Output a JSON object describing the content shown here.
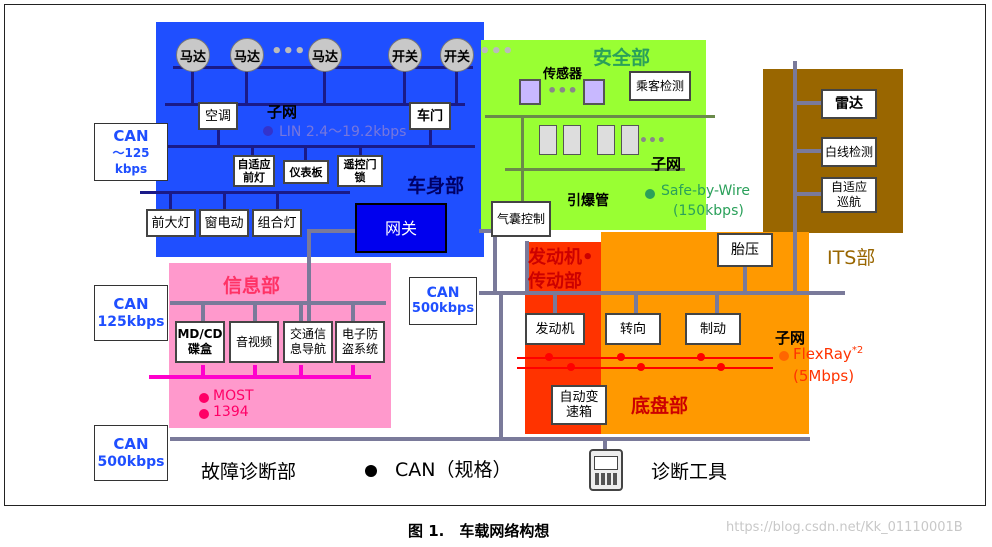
{
  "colors": {
    "body_blue": "#1f4fff",
    "safety_green": "#99ff33",
    "its_brown": "#996600",
    "info_pink": "#ff99cc",
    "engine_red": "#ff3300",
    "chassis_orange": "#ff9900",
    "bus_gray": "#7a7a9a",
    "most_magenta": "#ff00cc",
    "flexray_red": "#ff0000"
  },
  "body": {
    "motors": [
      "马达",
      "马达",
      "马达"
    ],
    "switches": [
      "开关",
      "开关"
    ],
    "ac": "空调",
    "door": "车门",
    "subnet": "子网",
    "lin": "LIN 2.4～19.2kbps",
    "headlight": "自适应\n前灯",
    "dashboard": "仪表板",
    "remote_lock": "遥控门\n锁",
    "title": "车身部",
    "front_light": "前大灯",
    "window": "窗电动",
    "combo_light": "组合灯",
    "gateway": "网关"
  },
  "can_left_top": {
    "line1": "CAN",
    "line2": "～125 kbps"
  },
  "safety": {
    "title": "安全部",
    "sensor": "传感器",
    "occupant": "乘客检测",
    "subnet": "子网",
    "detonator": "引爆管",
    "airbag": "气囊控制",
    "swb": "Safe-by-Wire",
    "swb_rate": "(150kbps)"
  },
  "its": {
    "radar": "雷达",
    "lane": "白线检测",
    "acc": "自适应\n巡航",
    "title": "ITS部"
  },
  "info": {
    "title": "信息部",
    "md": "MD/CD\n碟盒",
    "av": "音视频",
    "nav": "交通信\n息导航",
    "theft": "电子防\n盗系统",
    "most": "MOST",
    "ieee": "1394"
  },
  "can_left_mid": {
    "line1": "CAN",
    "line2": "125kbps"
  },
  "can_center": {
    "line1": "CAN",
    "line2": "500kbps"
  },
  "powertrain": {
    "title1": "发动机•",
    "title2": "传动部",
    "engine": "发动机",
    "transmission": "自动变\n速箱"
  },
  "chassis": {
    "tpms": "胎压",
    "steering": "转向",
    "brake": "制动",
    "subnet": "子网",
    "flexray": "FlexRay",
    "flexray_note": "*2",
    "flexray_rate": "(5Mbps)",
    "title": "底盘部"
  },
  "diag": {
    "can_line1": "CAN",
    "can_line2": "500kbps",
    "title": "故障诊断部",
    "can_std": "CAN（规格）",
    "tool": "诊断工具"
  },
  "caption": "图 1.　车载网络构想",
  "watermark": "https://blog.csdn.net/Kk_01110001B"
}
